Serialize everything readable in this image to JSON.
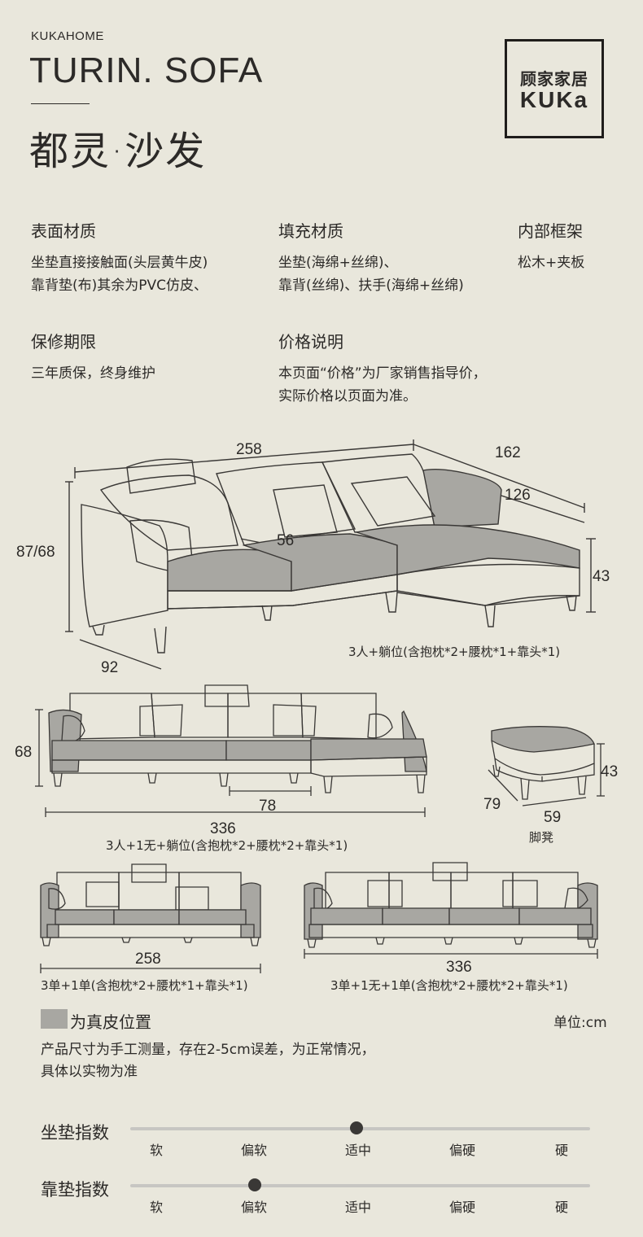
{
  "header": {
    "brand": "KUKAHOME",
    "title_en": "TURIN. SOFA",
    "title_cn": "都灵·沙发",
    "logo_cn": "顾家家居",
    "logo_en": "KUKa"
  },
  "specs": {
    "surface": {
      "heading": "表面材质",
      "lines": [
        "坐垫直接接触面(头层黄牛皮)",
        "靠背垫(布)其余为PVC仿皮、"
      ]
    },
    "filling": {
      "heading": "填充材质",
      "lines": [
        "坐垫(海绵+丝绵)、",
        "靠背(丝绵)、扶手(海绵+丝绵)"
      ]
    },
    "frame": {
      "heading": "内部框架",
      "lines": [
        "松木+夹板"
      ]
    },
    "warranty": {
      "heading": "保修期限",
      "lines": [
        "三年质保，终身维护"
      ]
    },
    "price": {
      "heading": "价格说明",
      "lines": [
        "本页面“价格”为厂家销售指导价，",
        "实际价格以页面为准。"
      ]
    }
  },
  "diagram_main": {
    "width": "258",
    "chaise_len": "162",
    "chaise_inner": "126",
    "height": "87/68",
    "seat_depth": "56",
    "seat_h": "43",
    "depth": "92",
    "caption": "3人+躺位(含抱枕*2+腰枕*1+靠头*1)"
  },
  "diagram_b": {
    "height": "68",
    "chaise_w": "78",
    "width": "336",
    "caption": "3人+1无+躺位(含抱枕*2+腰枕*2+靠头*1)"
  },
  "ottoman": {
    "height": "43",
    "depth": "79",
    "width": "59",
    "caption": "脚凳"
  },
  "diagram_c": {
    "width": "258",
    "caption": "3单+1单(含抱枕*2+腰枕*1+靠头*1)"
  },
  "diagram_d": {
    "width": "336",
    "caption": "3单+1无+1单(含抱枕*2+腰枕*2+靠头*1)"
  },
  "legend": {
    "label": "为真皮位置",
    "unit": "单位:cm",
    "color": "#a8a7a2"
  },
  "notes": [
    "产品尺寸为手工测量，存在2-5cm误差，为正常情况，",
    "具体以实物为准"
  ],
  "scales": [
    {
      "title": "坐垫指数",
      "labels": [
        "软",
        "偏软",
        "适中",
        "偏硬",
        "硬"
      ],
      "value_index": 2
    },
    {
      "title": "靠垫指数",
      "labels": [
        "软",
        "偏软",
        "适中",
        "偏硬",
        "硬"
      ],
      "value_index": 1
    }
  ]
}
